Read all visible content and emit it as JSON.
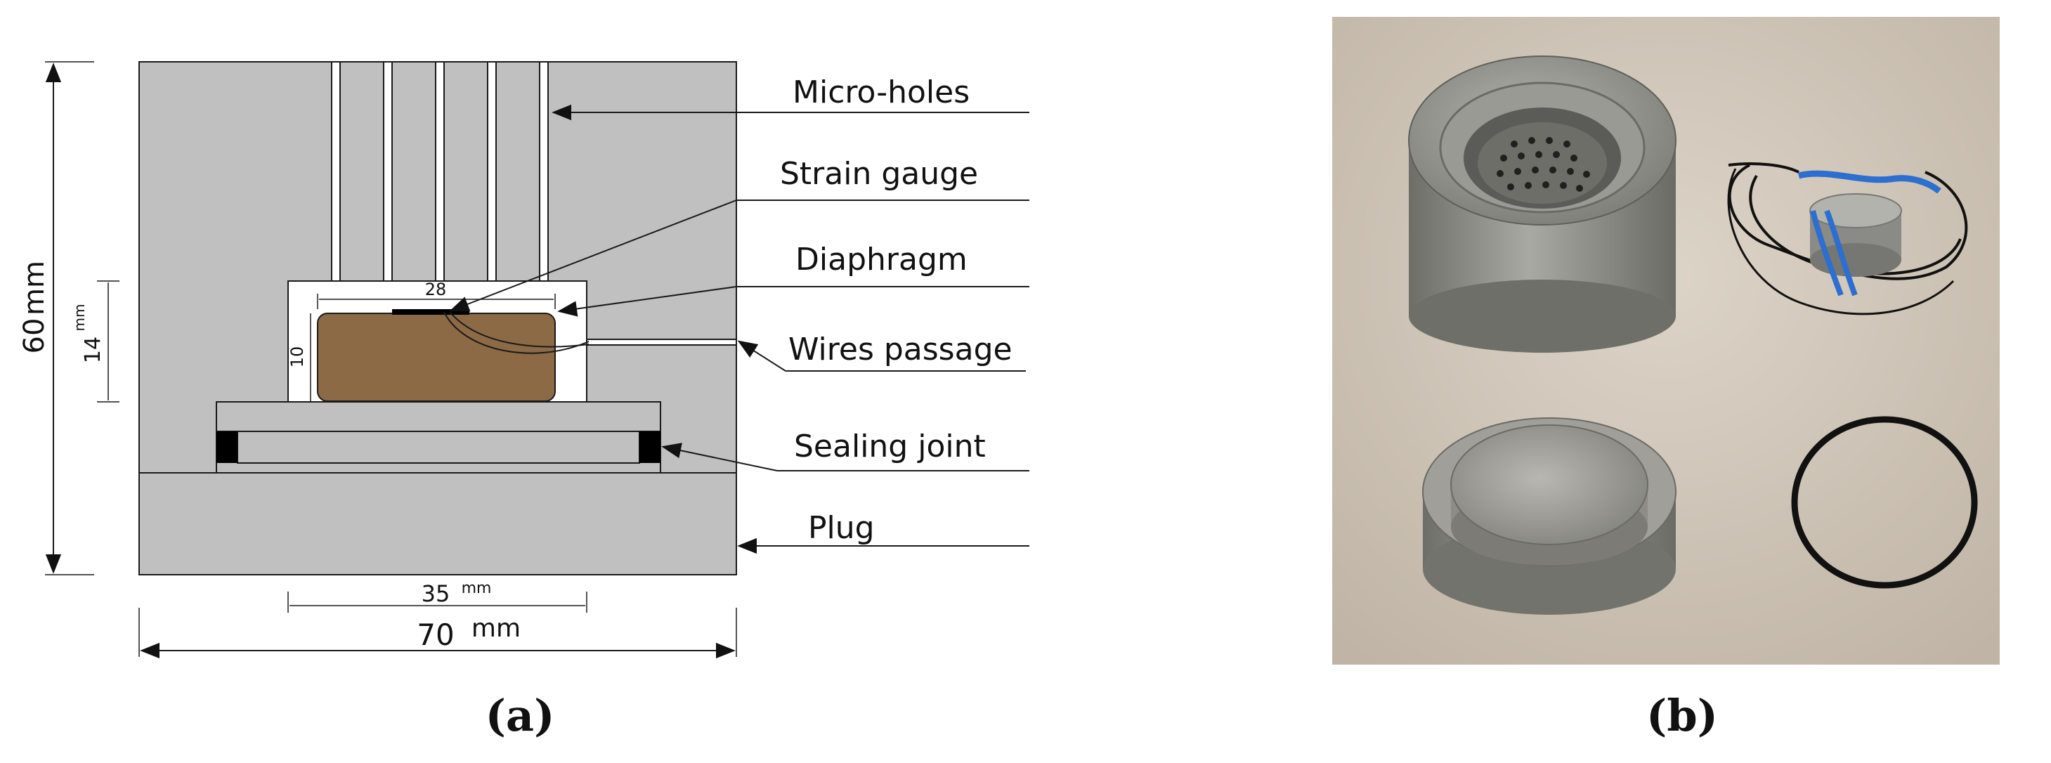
{
  "panel_a": {
    "caption": "(a)",
    "labels": {
      "micro_holes": "Micro-holes",
      "strain_gauge": "Strain gauge",
      "diaphragm": "Diaphragm",
      "wires_passage": "Wires passage",
      "sealing_joint": "Sealing joint",
      "plug": "Plug"
    },
    "dimensions": {
      "height_value": "60",
      "height_unit": "mm",
      "cavity_height_value": "14",
      "cavity_height_unit": "mm",
      "diaphragm_width": "28",
      "diaphragm_thickness": "10",
      "inner_width_value": "35",
      "inner_width_unit": "mm",
      "outer_width_value": "70",
      "outer_width_unit": "mm"
    },
    "colors": {
      "body": "#c0c0c0",
      "diaphragm": "#8b6a45",
      "seal": "#000000",
      "line": "#1a1a1a"
    }
  },
  "panel_b": {
    "caption": "(b)"
  }
}
